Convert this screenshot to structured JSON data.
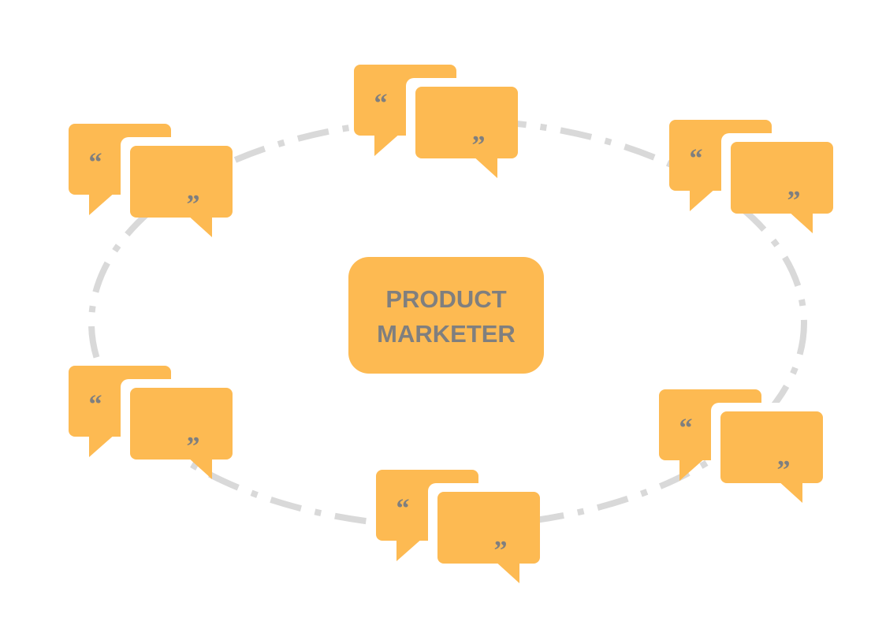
{
  "center": {
    "label_line1": "PRODUCT",
    "label_line2": "MARKETER"
  },
  "colors": {
    "bubble": "#fdba52",
    "label_text": "#7f7f7f",
    "orbit": "#d9d9d9",
    "background": "#ffffff"
  },
  "icons": {
    "quote_open": "“",
    "quote_close": "”"
  },
  "bubble_groups": [
    {
      "name": "top"
    },
    {
      "name": "top-left"
    },
    {
      "name": "top-right"
    },
    {
      "name": "bottom-left"
    },
    {
      "name": "bottom-right"
    },
    {
      "name": "bottom"
    }
  ]
}
